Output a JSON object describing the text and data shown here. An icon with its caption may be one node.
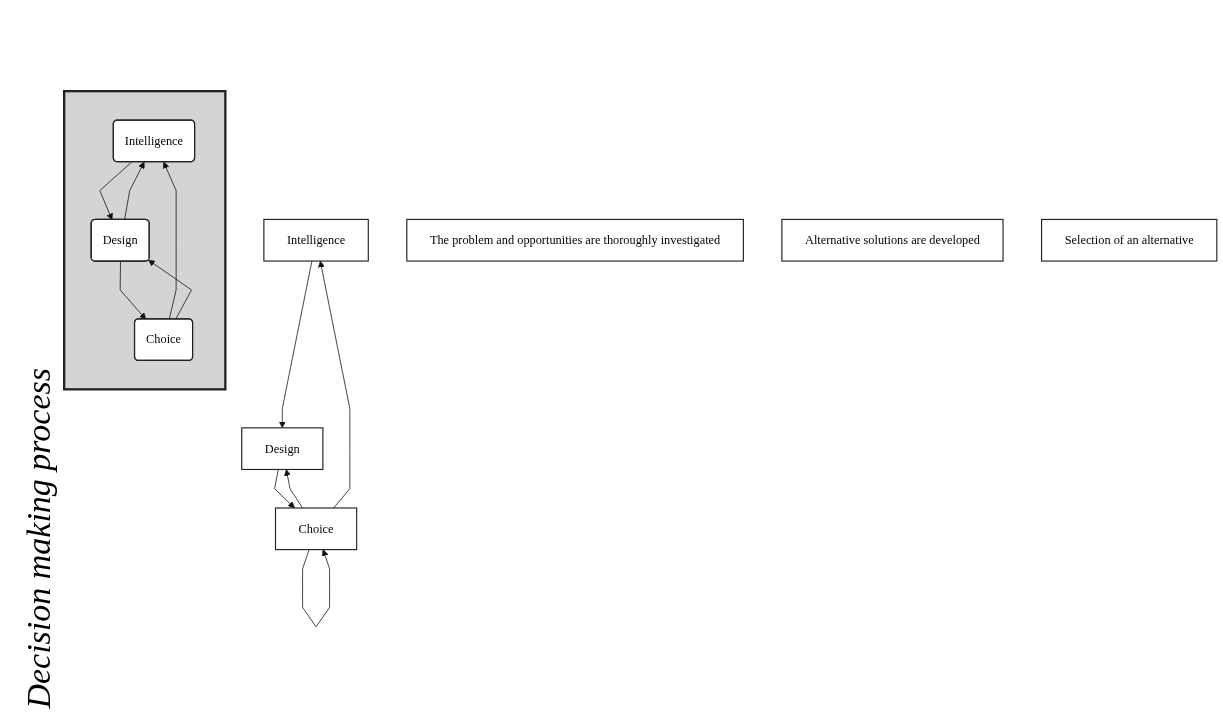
{
  "diagram": {
    "nodes": [
      {
        "text": [],
        "shape": "box"
      },
      {
        "text": [
          "Intelligence"
        ],
        "in": 0
      },
      {
        "text": [
          "Design"
        ],
        "in": 0
      },
      {
        "text": [
          "Choice"
        ],
        "in": 0
      },
      {
        "text": [
          "Intelligence"
        ]
      },
      {
        "text": [
          "The problem and opportunities are thoroughly investigated"
        ]
      },
      {
        "text": [
          "Design"
        ]
      },
      {
        "text": [
          "Alternative solutions are developed"
        ]
      },
      {
        "text": [
          "Choice"
        ]
      },
      {
        "text": [
          "Selection of an alternative"
        ]
      }
    ],
    "edges": [
      {
        "from": 1,
        "to": 2,
        "arrow": "to"
      },
      {
        "from": 2,
        "to": 3,
        "arrow": "to"
      },
      {
        "from": 3,
        "to": 1,
        "arrow": "to"
      },
      {
        "from": 2,
        "to": 1,
        "arrow": "to"
      },
      {
        "from": 3,
        "to": 2,
        "arrow": "to"
      },
      {
        "from": 4,
        "to": 6,
        "arrow": "to"
      },
      {
        "from": 6,
        "to": 8,
        "arrow": "to"
      },
      {
        "from": 8,
        "to": 4,
        "arrow": "to"
      },
      {
        "from": 8,
        "to": 6,
        "arrow": "to"
      },
      {
        "from": 8,
        "to": 8,
        "arrow": "to"
      }
    ],
    "labels": [
      "Decision making process"
    ]
  }
}
